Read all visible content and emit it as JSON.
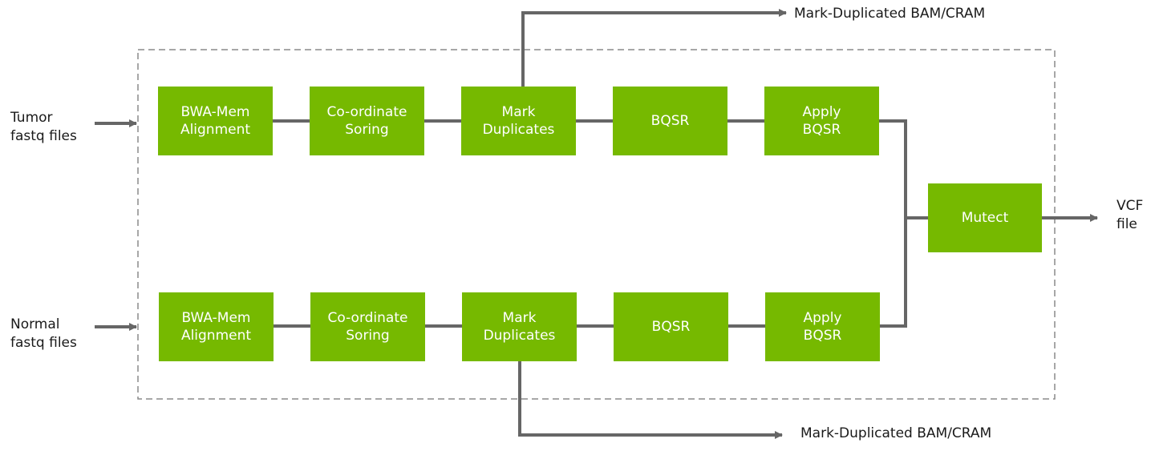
{
  "colors": {
    "box_fill": "#76b900",
    "box_text": "#ffffff",
    "connector": "#666666",
    "frame_dash": "#8a8a8a",
    "label_text": "#1a1a1a"
  },
  "inputs": {
    "tumor": "Tumor\nfastq files",
    "normal": "Normal\nfastq files"
  },
  "tumor_row": {
    "align": "BWA-Mem\nAlignment",
    "sort": "Co-ordinate\nSoring",
    "markdup": "Mark\nDuplicates",
    "bqsr": "BQSR",
    "apply": "Apply\nBQSR"
  },
  "normal_row": {
    "align": "BWA-Mem\nAlignment",
    "sort": "Co-ordinate\nSoring",
    "markdup": "Mark\nDuplicates",
    "bqsr": "BQSR",
    "apply": "Apply\nBQSR"
  },
  "mutect": "Mutect",
  "outputs": {
    "top_bam": "Mark-Duplicated BAM/CRAM",
    "bottom_bam": "Mark-Duplicated BAM/CRAM",
    "vcf": "VCF\nfile"
  }
}
